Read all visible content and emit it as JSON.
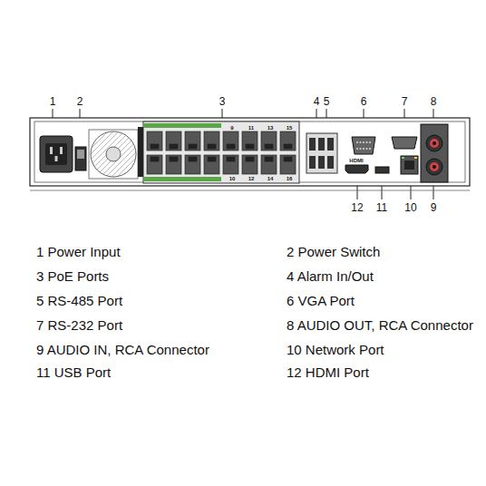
{
  "diagram": {
    "labels": [
      "1",
      "2",
      "3",
      "4",
      "5",
      "6",
      "7",
      "8",
      "9",
      "10",
      "11",
      "12",
      "HDMI",
      "9",
      "11",
      "13",
      "15",
      "10",
      "12",
      "14",
      "16",
      "1 Power Input",
      "2 Power Switch",
      "3 PoE Ports",
      "4 Alarm In/Out",
      "5 RS-485 Port",
      "6 VGA Port",
      "7 RS-232 Port",
      "8 AUDIO OUT, RCA Connector",
      "9 AUDIO IN, RCA Connector",
      "10 Network Port",
      "11 USB Port",
      "12 HDMI Port"
    ]
  }
}
